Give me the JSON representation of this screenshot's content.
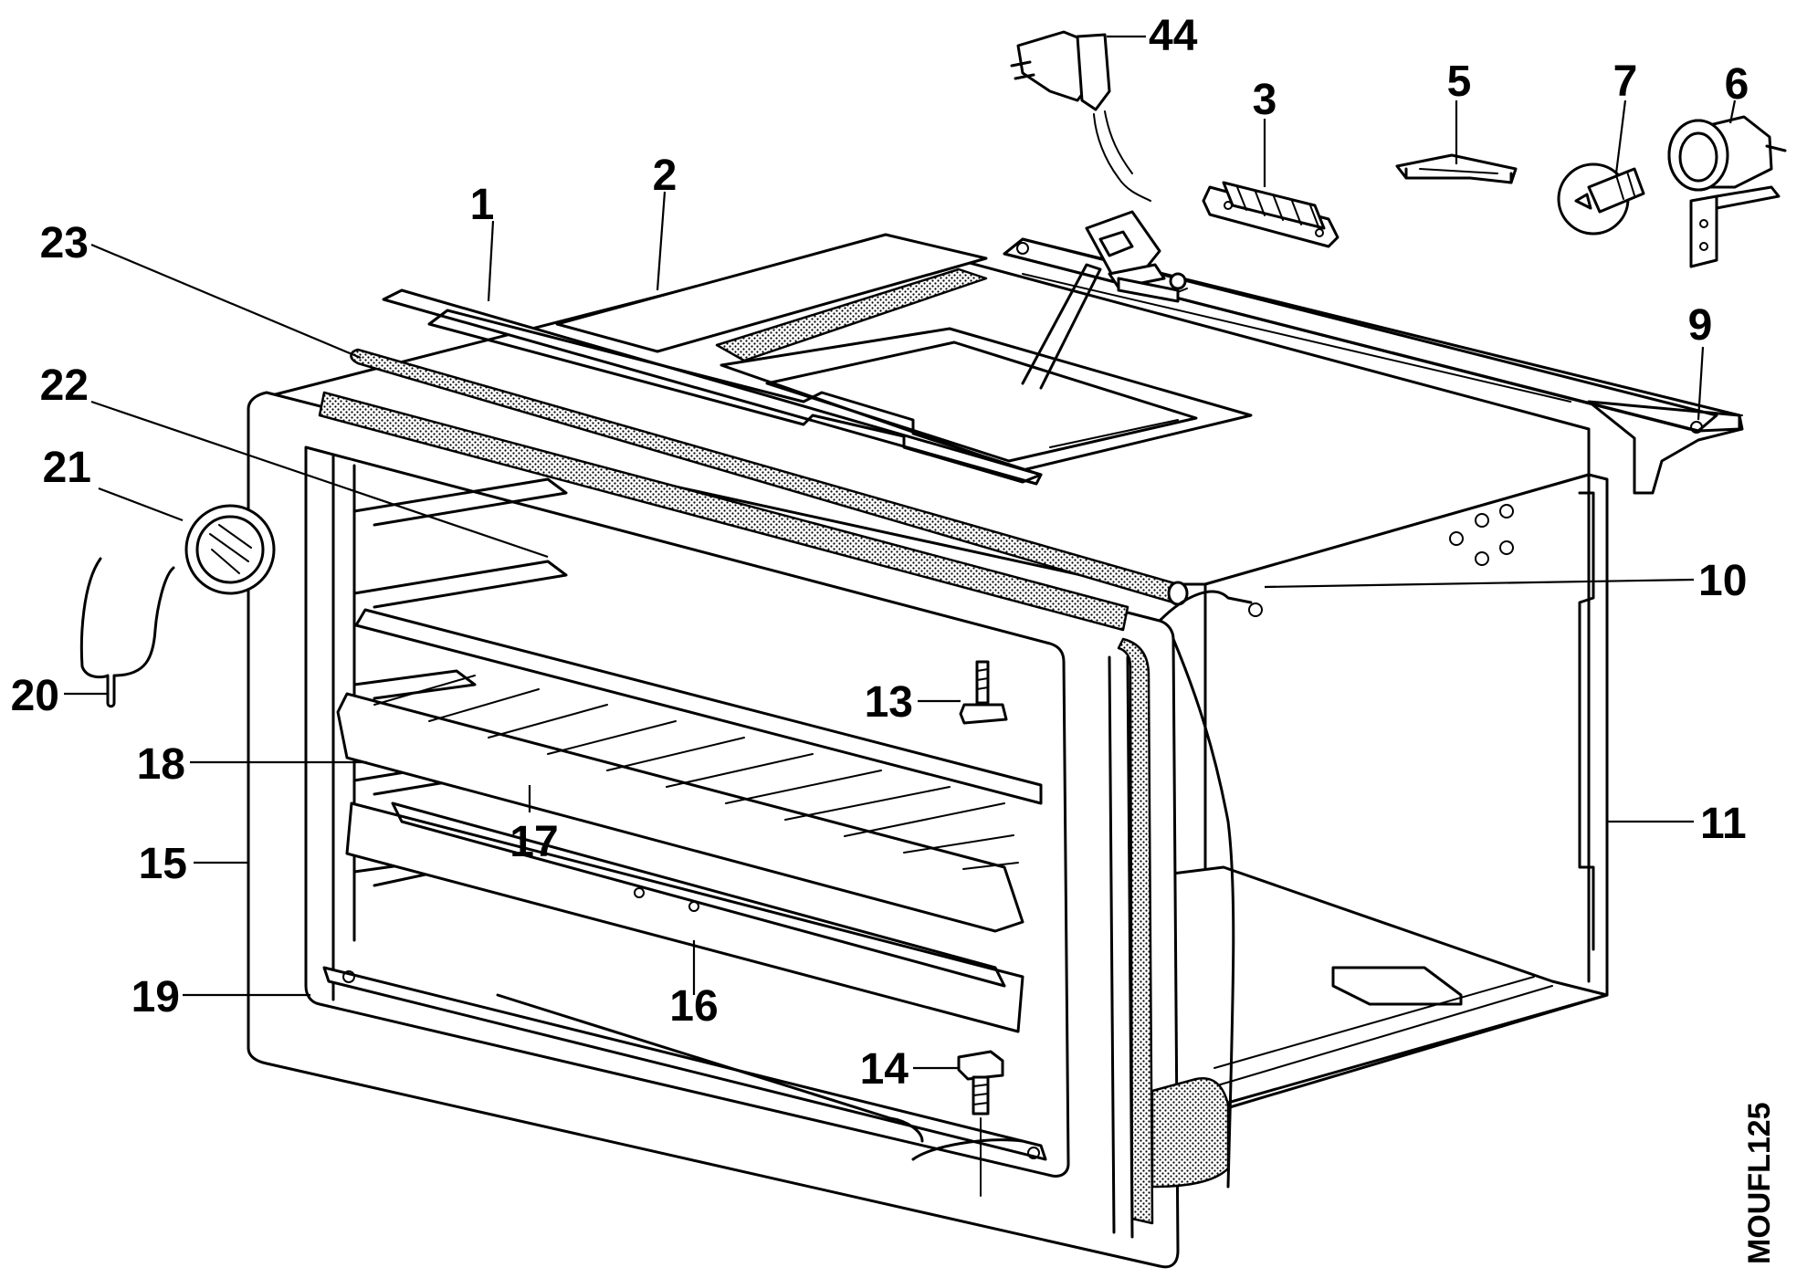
{
  "drawing_code": "MOUFL125",
  "callouts": {
    "c1": "1",
    "c2": "2",
    "c3": "3",
    "c5": "5",
    "c6": "6",
    "c7": "7",
    "c9": "9",
    "c10": "10",
    "c11": "11",
    "c13": "13",
    "c14": "14",
    "c15": "15",
    "c16": "16",
    "c17": "17",
    "c18": "18",
    "c19": "19",
    "c20": "20",
    "c21": "21",
    "c22": "22",
    "c23": "23",
    "c44": "44"
  }
}
